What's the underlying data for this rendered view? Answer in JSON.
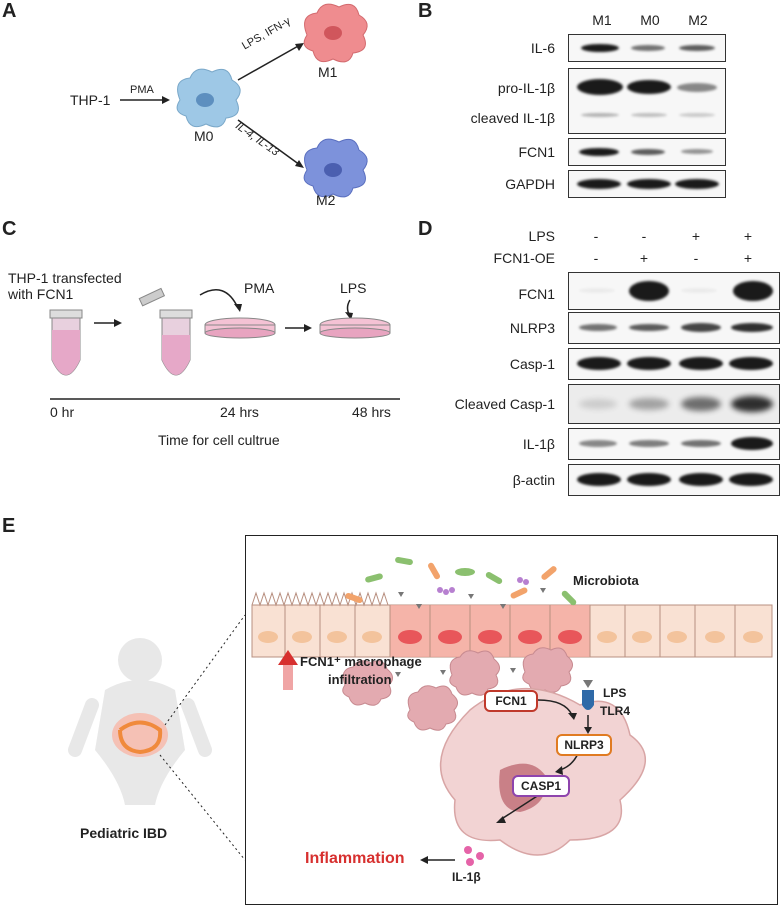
{
  "panel_A": {
    "label": "A",
    "thp1": "THP-1",
    "pma": "PMA",
    "m0": "M0",
    "m1": "M1",
    "m2": "M2",
    "m1_treat": "LPS, IFN-γ",
    "m2_treat": "IL-4, IL-13"
  },
  "panel_B": {
    "label": "B",
    "lanes": [
      "M1",
      "M0",
      "M2"
    ],
    "rows": [
      "IL-6",
      "pro-IL-1β",
      "cleaved IL-1β",
      "FCN1",
      "GAPDH"
    ],
    "band_intensity": {
      "IL-6": [
        0.9,
        0.6,
        0.7
      ],
      "pro-IL-1β": [
        1.0,
        0.95,
        0.5
      ],
      "cleaved IL-1β": [
        0.3,
        0.25,
        0.2
      ],
      "FCN1": [
        0.95,
        0.7,
        0.45
      ],
      "GAPDH": [
        1.0,
        1.0,
        1.0
      ]
    }
  },
  "panel_C": {
    "label": "C",
    "transfect": "THP-1 transfected\nwith FCN1",
    "pma": "PMA",
    "lps": "LPS",
    "t0": "0 hr",
    "t24": "24 hrs",
    "t48": "48 hrs",
    "axis": "Time for cell cultrue"
  },
  "panel_D": {
    "label": "D",
    "cond_labels": [
      "LPS",
      "FCN1-OE"
    ],
    "lps": [
      "-",
      "-",
      "+",
      "+"
    ],
    "fcn1oe": [
      "-",
      "+",
      "-",
      "+"
    ],
    "rows": [
      "FCN1",
      "NLRP3",
      "Casp-1",
      "Cleaved Casp-1",
      "IL-1β",
      "β-actin"
    ],
    "band_intensity": {
      "FCN1": [
        0.05,
        1.0,
        0.05,
        1.0
      ],
      "NLRP3": [
        0.6,
        0.7,
        0.8,
        0.9
      ],
      "Casp-1": [
        0.9,
        0.9,
        0.9,
        0.9
      ],
      "Cleaved Casp-1": [
        0.15,
        0.35,
        0.6,
        0.9
      ],
      "IL-1β": [
        0.5,
        0.55,
        0.6,
        1.0
      ],
      "β-actin": [
        1.0,
        1.0,
        1.0,
        1.0
      ]
    }
  },
  "panel_E": {
    "label": "E",
    "microbiota": "Microbiota",
    "pediatric": "Pediatric IBD",
    "infiltration_1": "FCN1⁺ macrophage",
    "infiltration_2": "infiltration",
    "lps": "LPS",
    "tlr4": "TLR4",
    "fcn1": "FCN1",
    "nlrp3": "NLRP3",
    "casp1": "CASP1",
    "il1b": "IL-1β",
    "inflammation": "Inflammation"
  },
  "colors": {
    "m0": "#9ec8e6",
    "m1": "#e8777c",
    "m2": "#6f86d2",
    "inflammation": "#d7302f",
    "fcn1_box": "#c0392b",
    "nlrp3_box": "#e07b22",
    "casp1_box": "#8e44ad"
  }
}
